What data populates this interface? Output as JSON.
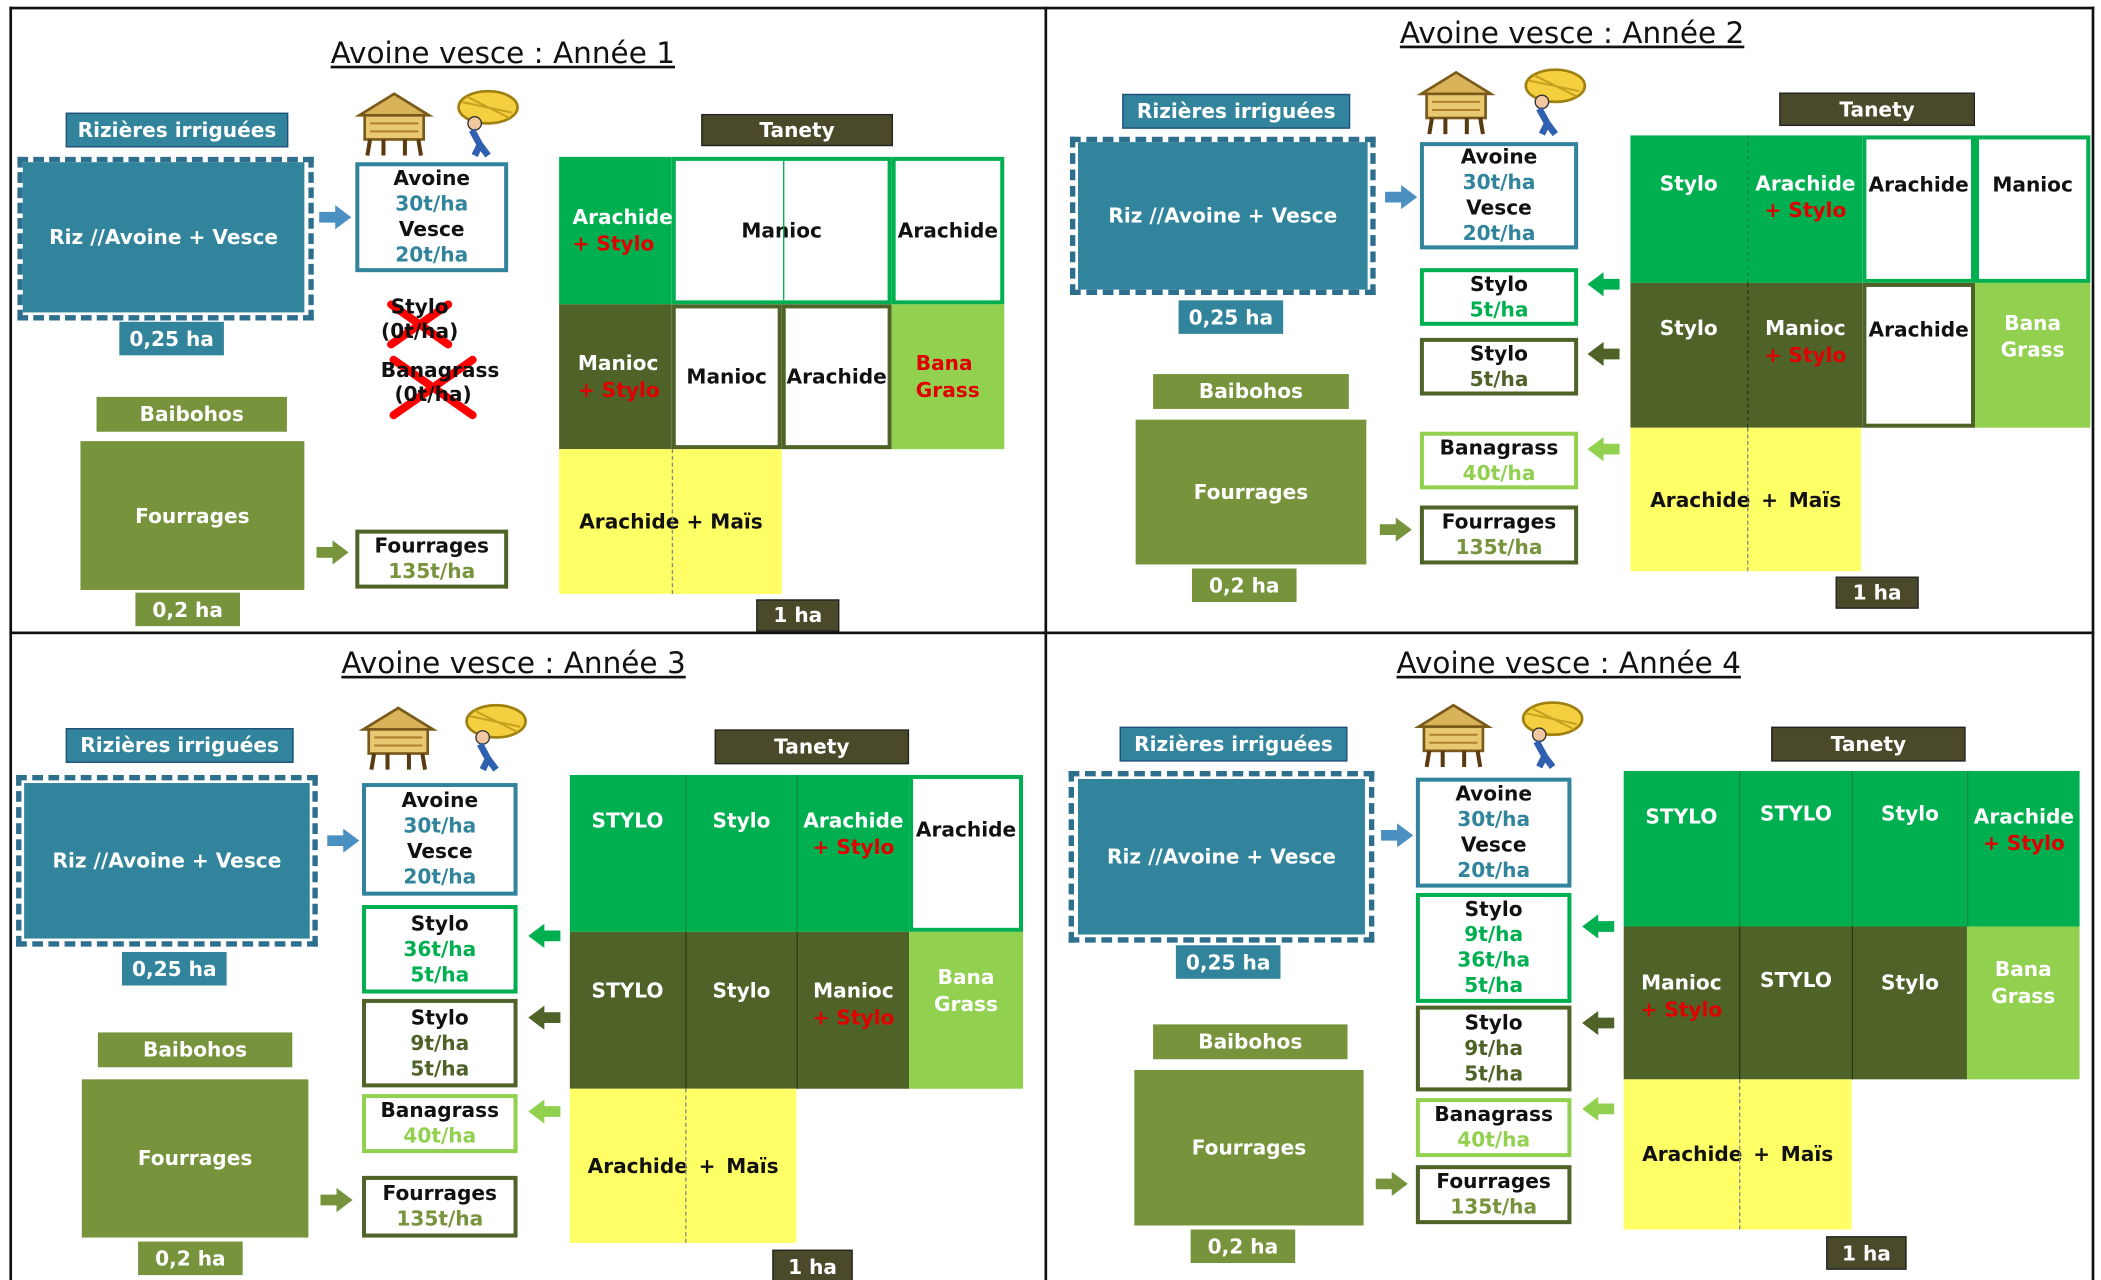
{
  "panels": [
    {
      "title": "Avoine vesce : Année 1",
      "rizieres": "Rizières irriguées",
      "riz_box": "Riz //Avoine + Vesce",
      "riz_area": "0,25 ha",
      "baibohos": "Baibohos",
      "fourrages_box": "Fourrages",
      "fourrages_area": "0,2 ha",
      "tanety": "Tanety",
      "tanety_area": "1 ha",
      "yields": [
        {
          "lines": [
            [
              "Avoine",
              "crop"
            ],
            [
              "30t/ha",
              "blue"
            ],
            [
              "Vesce",
              "crop"
            ],
            [
              "20t/ha",
              "blue"
            ]
          ]
        },
        {
          "lines": [
            [
              "Fourrages",
              "crop"
            ],
            [
              "135t/ha",
              "olive"
            ]
          ]
        }
      ],
      "crossed": [
        {
          "lines": [
            "Stylo",
            "(0t/ha)"
          ]
        },
        {
          "lines": [
            "Banagrass",
            "(0t/ha)"
          ]
        }
      ],
      "grid": {
        "row1": [
          [
            "Arachide",
            "+ Stylo"
          ],
          [
            "Manioc"
          ],
          [
            "Arachide"
          ]
        ],
        "row2": [
          [
            "Manioc",
            "+ Stylo"
          ],
          [
            "Manioc"
          ],
          [
            "Arachide"
          ],
          [
            "Bana",
            "Grass"
          ]
        ],
        "row3": [
          "Arachide + Maïs"
        ]
      }
    },
    {
      "title": "Avoine vesce : Année 2",
      "rizieres": "Rizières irriguées",
      "riz_box": "Riz //Avoine + Vesce",
      "riz_area": "0,25 ha",
      "baibohos": "Baibohos",
      "fourrages_box": "Fourrages",
      "fourrages_area": "0,2 ha",
      "tanety": "Tanety",
      "tanety_area": "1 ha",
      "yields": [
        {
          "lines": [
            [
              "Avoine",
              "crop"
            ],
            [
              "30t/ha",
              "blue"
            ],
            [
              "Vesce",
              "crop"
            ],
            [
              "20t/ha",
              "blue"
            ]
          ]
        },
        {
          "lines": [
            [
              "Stylo",
              "crop"
            ],
            [
              "5t/ha",
              "green"
            ]
          ]
        },
        {
          "lines": [
            [
              "Stylo",
              "crop"
            ],
            [
              "5t/ha",
              "dark"
            ]
          ]
        },
        {
          "lines": [
            [
              "Banagrass",
              "crop"
            ],
            [
              "40t/ha",
              "light"
            ]
          ]
        },
        {
          "lines": [
            [
              "Fourrages",
              "crop"
            ],
            [
              "135t/ha",
              "olive"
            ]
          ]
        }
      ],
      "grid": {
        "row1": [
          [
            "Stylo"
          ],
          [
            "Arachide",
            "+ Stylo"
          ],
          [
            "Arachide"
          ],
          [
            "Manioc"
          ]
        ],
        "row2": [
          [
            "Stylo"
          ],
          [
            "Manioc",
            "+ Stylo"
          ],
          [
            "Arachide"
          ],
          [
            "Bana",
            "Grass"
          ]
        ],
        "row3": [
          "Arachide",
          "+",
          "Maïs"
        ]
      }
    },
    {
      "title": "Avoine vesce : Année 3",
      "rizieres": "Rizières irriguées",
      "riz_box": "Riz //Avoine + Vesce",
      "riz_area": "0,25 ha",
      "baibohos": "Baibohos",
      "fourrages_box": "Fourrages",
      "fourrages_area": "0,2 ha",
      "tanety": "Tanety",
      "tanety_area": "1 ha",
      "yields": [
        {
          "lines": [
            [
              "Avoine",
              "crop"
            ],
            [
              "30t/ha",
              "blue"
            ],
            [
              "Vesce",
              "crop"
            ],
            [
              "20t/ha",
              "blue"
            ]
          ]
        },
        {
          "lines": [
            [
              "Stylo",
              "crop"
            ],
            [
              "36t/ha",
              "green"
            ],
            [
              "5t/ha",
              "green"
            ]
          ]
        },
        {
          "lines": [
            [
              "Stylo",
              "crop"
            ],
            [
              "9t/ha",
              "dark"
            ],
            [
              "5t/ha",
              "dark"
            ]
          ]
        },
        {
          "lines": [
            [
              "Banagrass",
              "crop"
            ],
            [
              "40t/ha",
              "light"
            ]
          ]
        },
        {
          "lines": [
            [
              "Fourrages",
              "crop"
            ],
            [
              "135t/ha",
              "olive"
            ]
          ]
        }
      ],
      "grid": {
        "row1": [
          [
            "STYLO"
          ],
          [
            "Stylo"
          ],
          [
            "Arachide",
            "+ Stylo"
          ],
          [
            "Arachide"
          ]
        ],
        "row2": [
          [
            "STYLO"
          ],
          [
            "Stylo"
          ],
          [
            "Manioc",
            "+ Stylo"
          ],
          [
            "Bana",
            "Grass"
          ]
        ],
        "row3": [
          "Arachide",
          "+",
          "Maïs"
        ]
      }
    },
    {
      "title": "Avoine vesce : Année 4",
      "rizieres": "Rizières irriguées",
      "riz_box": "Riz //Avoine + Vesce",
      "riz_area": "0,25 ha",
      "baibohos": "Baibohos",
      "fourrages_box": "Fourrages",
      "fourrages_area": "0,2 ha",
      "tanety": "Tanety",
      "tanety_area": "1 ha",
      "yields": [
        {
          "lines": [
            [
              "Avoine",
              "crop"
            ],
            [
              "30t/ha",
              "blue"
            ],
            [
              "Vesce",
              "crop"
            ],
            [
              "20t/ha",
              "blue"
            ]
          ]
        },
        {
          "lines": [
            [
              "Stylo",
              "crop"
            ],
            [
              "9t/ha",
              "green"
            ],
            [
              "36t/ha",
              "green"
            ],
            [
              "5t/ha",
              "green"
            ]
          ]
        },
        {
          "lines": [
            [
              "Stylo",
              "crop"
            ],
            [
              "9t/ha",
              "dark"
            ],
            [
              "5t/ha",
              "dark"
            ]
          ]
        },
        {
          "lines": [
            [
              "Banagrass",
              "crop"
            ],
            [
              "40t/ha",
              "light"
            ]
          ]
        },
        {
          "lines": [
            [
              "Fourrages",
              "crop"
            ],
            [
              "135t/ha",
              "olive"
            ]
          ]
        }
      ],
      "grid": {
        "row1": [
          [
            "STYLO"
          ],
          [
            "STYLO"
          ],
          [
            "Stylo"
          ],
          [
            "Arachide",
            "+ Stylo"
          ]
        ],
        "row2": [
          [
            "Manioc",
            "+ Stylo"
          ],
          [
            "STYLO"
          ],
          [
            "Stylo"
          ],
          [
            "Bana",
            "Grass"
          ]
        ],
        "row3": [
          "Arachide",
          "+",
          "Maïs"
        ]
      }
    }
  ]
}
